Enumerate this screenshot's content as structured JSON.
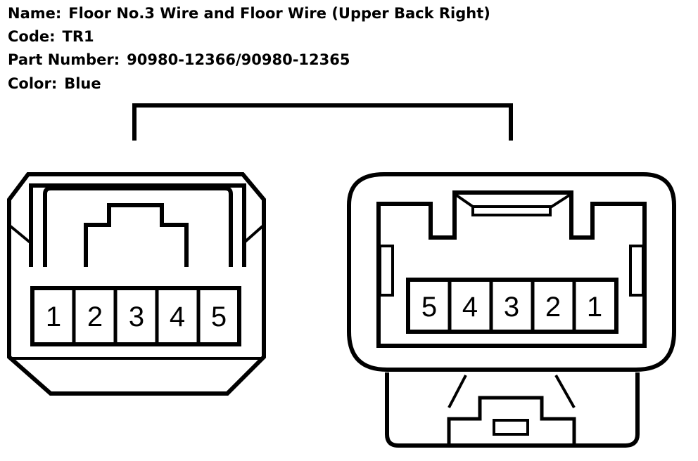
{
  "header": {
    "name_label": "Name:",
    "name_value": "Floor No.3 Wire and Floor Wire (Upper Back Right)",
    "code_label": "Code:",
    "code_value": "TR1",
    "part_label": "Part Number:",
    "part_value": "90980-12366/90980-12365",
    "color_label": "Color:",
    "color_value": "Blue"
  },
  "connector_left": {
    "pins": [
      "1",
      "2",
      "3",
      "4",
      "5"
    ]
  },
  "connector_right": {
    "pins": [
      "5",
      "4",
      "3",
      "2",
      "1"
    ]
  },
  "colors": {
    "line": "#000000",
    "background": "#ffffff"
  }
}
